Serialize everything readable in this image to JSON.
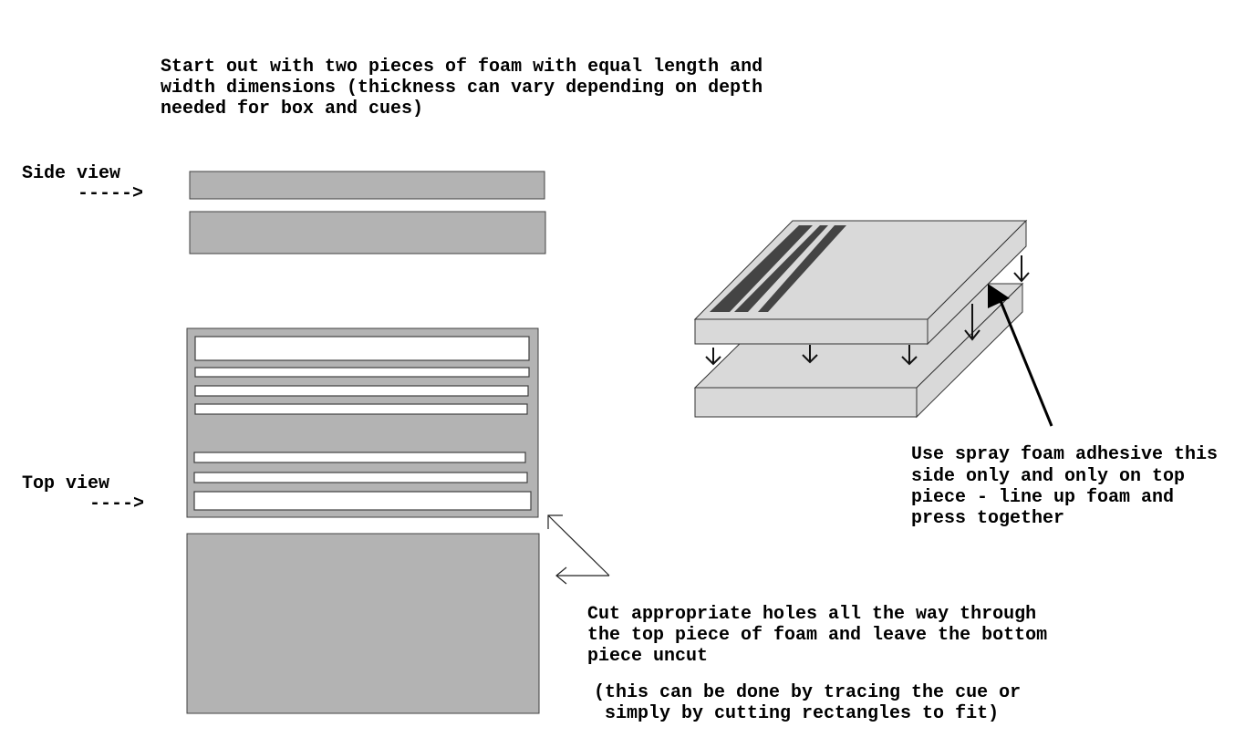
{
  "intro": {
    "lines": [
      "Start out with two pieces of foam with equal length and",
      "width dimensions (thickness can vary depending on depth",
      "needed for box and cues)"
    ]
  },
  "side_view": {
    "label": "Side view",
    "arrow": "----->"
  },
  "top_view": {
    "label": "Top view",
    "arrow": "---->"
  },
  "adhesive_note": {
    "lines": [
      "Use spray foam adhesive this",
      "side only and only on top",
      "piece - line up foam and",
      "press together"
    ]
  },
  "cut_note": {
    "lines": [
      "Cut appropriate holes all the way through",
      "the top piece of foam and leave the bottom",
      "piece uncut"
    ]
  },
  "tracing_note": {
    "lines": [
      "(this can be done by tracing the cue or",
      " simply by cutting rectangles to fit)"
    ]
  },
  "colors": {
    "foam": "#b3b3b3",
    "foam_3d": "#d9d9d9",
    "slot_dark": "#444444",
    "outline": "#404040"
  }
}
